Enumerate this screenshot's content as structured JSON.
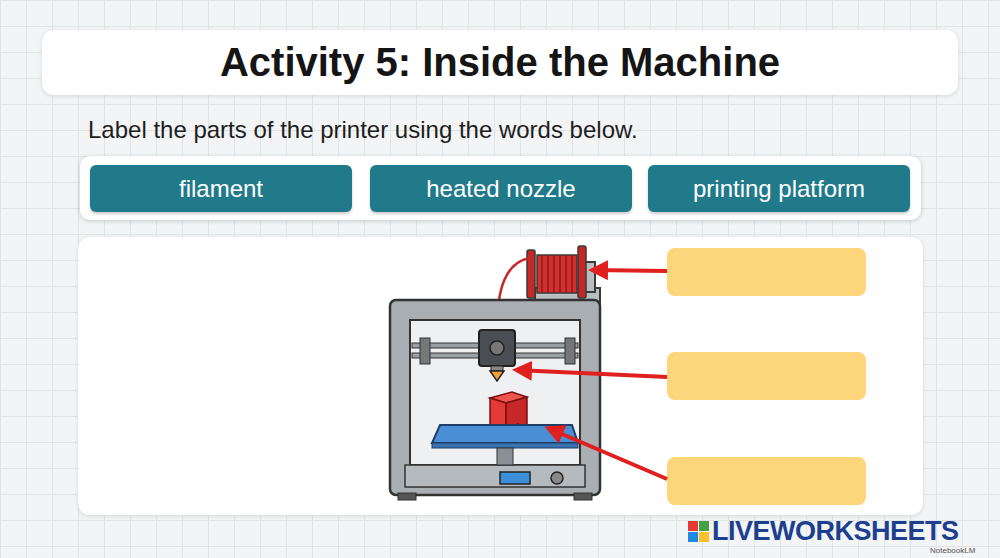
{
  "diagram": {
    "title": "Activity 5: Inside the Machine",
    "nodes": [
      {
        "text": [
          "Label the parts of the printer using the words below."
        ]
      },
      {
        "text": [
          "filament"
        ],
        "in": 0
      },
      {
        "text": [
          "heated nozzle"
        ],
        "in": 0
      },
      {
        "text": [
          "printing platform"
        ],
        "in": 0
      }
    ],
    "labels": [
      "LIVEWORKSHEETS",
      "NotebookLM"
    ]
  }
}
